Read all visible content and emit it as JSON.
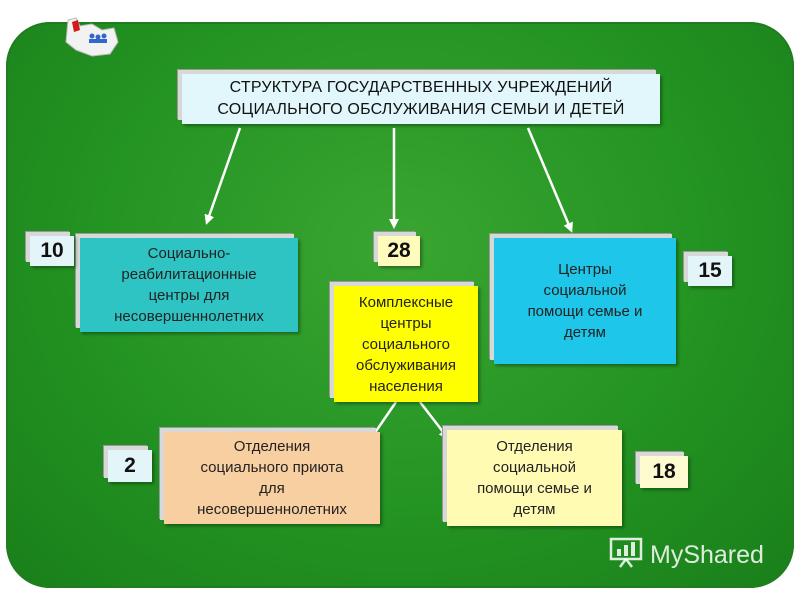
{
  "title": {
    "line1": "СТРУКТУРА ГОСУДАРСТВЕННЫХ УЧРЕЖДЕНИЙ",
    "line2": "СОЦИАЛЬНОГО  ОБСЛУЖИВАНИЯ  СЕМЬИ И ДЕТЕЙ"
  },
  "nodes": {
    "left": {
      "lines": [
        "Социально-",
        "реабилитационные",
        "центры для",
        "несовершеннолетних"
      ],
      "count": "10"
    },
    "center": {
      "lines": [
        "Комплексные",
        "центры",
        "социального",
        "обслуживания",
        "населения"
      ],
      "count": "28"
    },
    "right": {
      "lines": [
        "Центры",
        "социальной",
        "помощи семье и",
        "детям"
      ],
      "count": "15"
    },
    "bottom_left": {
      "lines": [
        "Отделения",
        "социального приюта",
        "для",
        "несовершеннолетних"
      ],
      "count": "2"
    },
    "bottom_right": {
      "lines": [
        "Отделения",
        "социальной",
        "помощи семье и",
        "детям"
      ],
      "count": "18"
    }
  },
  "colors": {
    "background": "#239322",
    "title_box": "#e2f7fb",
    "left_box": "#2fc4c4",
    "center_box": "#ffff00",
    "right_box": "#1ec7ea",
    "bottom_left_box": "#f8cfa0",
    "bottom_right_box": "#fffbb2",
    "arrow": "#ffffff"
  },
  "watermark": {
    "text": "MyShared",
    "icon": "presentation-chart-icon"
  },
  "logo": {
    "icon": "organization-logo-icon"
  }
}
